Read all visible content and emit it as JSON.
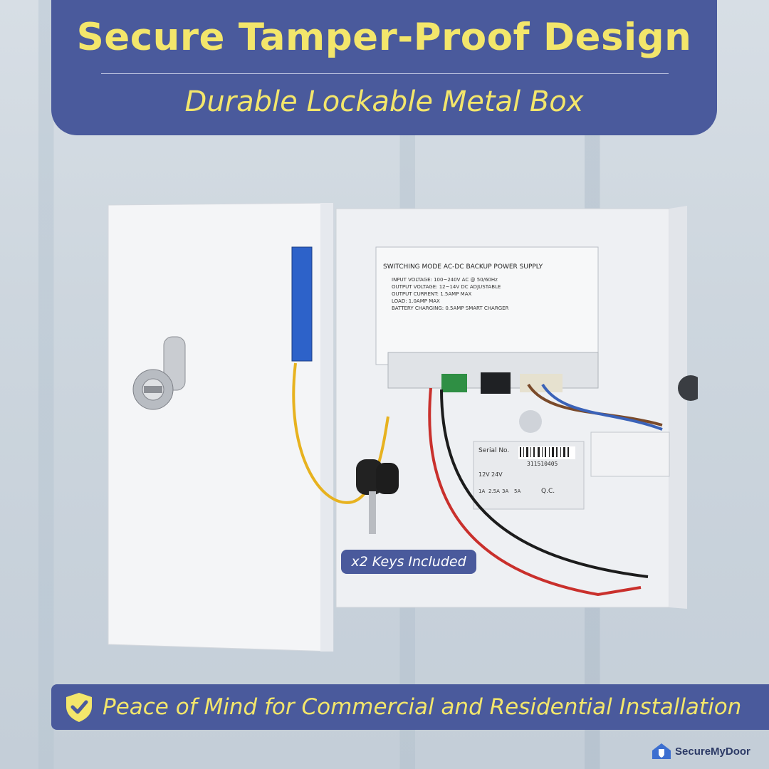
{
  "header": {
    "title": "Secure Tamper-Proof Design",
    "subtitle": "Durable Lockable Metal Box"
  },
  "product": {
    "psu_label_title": "SWITCHING MODE AC-DC BACKUP POWER SUPPLY",
    "psu_specs": [
      "INPUT VOLTAGE:      100~240V AC @ 50/60Hz",
      "OUTPUT VOLTAGE:     12~14V DC ADJUSTABLE",
      "OUTPUT CURRENT:     1.5AMP MAX",
      "LOAD:               1.0AMP MAX",
      "BATTERY CHARGING:   0.5AMP SMART CHARGER"
    ],
    "serial_label": "Serial No.",
    "serial_number": "311510405",
    "qc_label": "Q.C.",
    "voltage_options": [
      "12V",
      "24V"
    ],
    "current_options": [
      "1A",
      "2.5A",
      "3A",
      "5A"
    ]
  },
  "keys_badge": "x2 Keys Included",
  "footer": {
    "text": "Peace of Mind for Commercial and Residential Installation"
  },
  "brand": {
    "name": "SecureMyDoor"
  },
  "colors": {
    "banner": "#4a5a9c",
    "accent_text": "#f3e66b"
  }
}
